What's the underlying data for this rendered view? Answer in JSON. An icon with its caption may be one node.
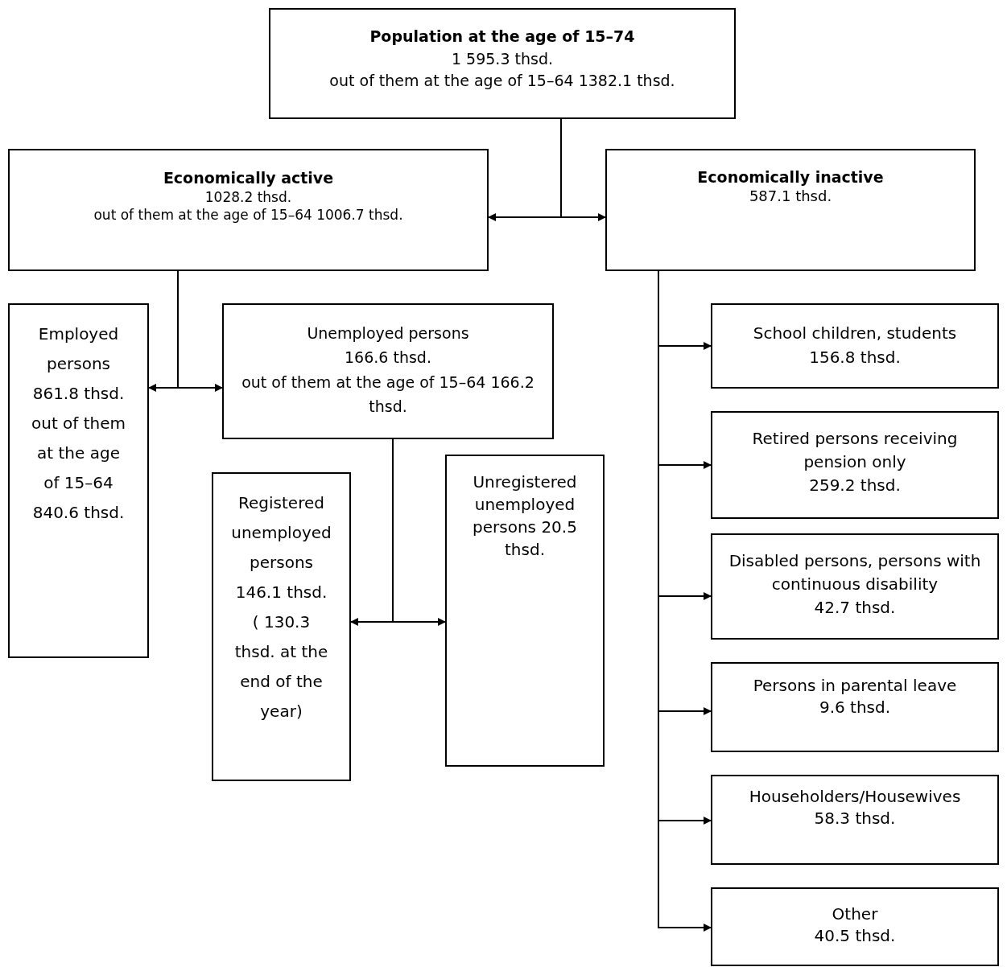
{
  "diagram": {
    "nodes": [
      {
        "text": [
          "Population at the age of 15–74",
          "1 595.3 thsd.",
          "out of them at the age of 15–64 1382.1 thsd."
        ]
      },
      {
        "text": [
          "Economically active",
          "1028.2 thsd.",
          "out of them at the age of 15–64 1006.7 thsd."
        ]
      },
      {
        "text": [
          "Economically inactive",
          "587.1 thsd."
        ]
      },
      {
        "text": [
          "Employed persons 861.8 thsd. out of them at the age of 15–64 840.6 thsd."
        ]
      },
      {
        "text": [
          "Unemployed persons",
          "166.6 thsd.",
          "out of them at the age of 15–64 166.2 thsd."
        ]
      },
      {
        "text": [
          "Registered unemployed persons 146.1 thsd. ( 130.3 thsd. at the end of the year)"
        ]
      },
      {
        "text": [
          "Unregistered unemployed persons 20.5 thsd."
        ]
      },
      {
        "text": [
          "School children, students",
          "156.8 thsd."
        ]
      },
      {
        "text": [
          "Retired persons receiving pension only",
          "259.2 thsd."
        ]
      },
      {
        "text": [
          "Disabled persons, persons with continuous disability",
          "42.7 thsd."
        ]
      },
      {
        "text": [
          "Persons in parental leave",
          "9.6 thsd."
        ]
      },
      {
        "text": [
          "Householders/Housewives",
          "58.3 thsd."
        ]
      },
      {
        "text": [
          "Other",
          "40.5 thsd."
        ]
      }
    ],
    "edges": [
      {
        "from": 0,
        "to": 1,
        "arrow": "to"
      },
      {
        "from": 0,
        "to": 2,
        "arrow": "to"
      },
      {
        "from": 1,
        "to": 3,
        "arrow": "to"
      },
      {
        "from": 1,
        "to": 4,
        "arrow": "to"
      },
      {
        "from": 4,
        "to": 5,
        "arrow": "to"
      },
      {
        "from": 4,
        "to": 6,
        "arrow": "to"
      },
      {
        "from": 2,
        "to": 7,
        "arrow": "to"
      },
      {
        "from": 2,
        "to": 8,
        "arrow": "to"
      },
      {
        "from": 2,
        "to": 9,
        "arrow": "to"
      },
      {
        "from": 2,
        "to": 10,
        "arrow": "to"
      },
      {
        "from": 2,
        "to": 11,
        "arrow": "to"
      },
      {
        "from": 2,
        "to": 12,
        "arrow": "to"
      }
    ]
  }
}
